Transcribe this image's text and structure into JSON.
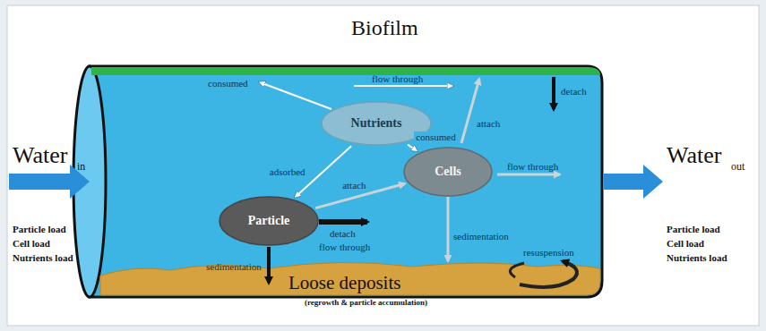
{
  "diagram": {
    "nodes": [
      {
        "text": [
          "Nutrients"
        ]
      },
      {
        "text": [
          "Particle"
        ]
      },
      {
        "text": [
          "Cells"
        ]
      }
    ],
    "edges": [
      {
        "from": 0,
        "to": 1,
        "label": "adsorbed",
        "arrow": "to"
      },
      {
        "from": 0,
        "to": 2,
        "label": "consumed",
        "arrow": "to"
      },
      {
        "from": 1,
        "to": 2,
        "label": "attach",
        "arrow": "to"
      }
    ],
    "labels": [
      "Biofilm",
      "Water",
      "in",
      "Particle load",
      "Cell load",
      "Nutrients load",
      "Water",
      "out",
      "Particle load",
      "Cell load",
      "Nutrients load",
      "consumed",
      "flow through",
      "detach",
      "attach",
      "flow through",
      "sedimentation",
      "resuspension",
      "detach",
      "flow through",
      "sedimentation",
      "Loose deposits",
      "(regrowth & particle accumulation)"
    ]
  }
}
